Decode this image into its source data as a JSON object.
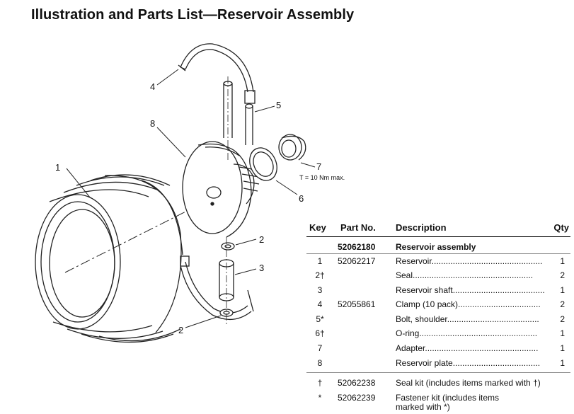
{
  "title": "Illustration and Parts List—Reservoir Assembly",
  "callouts": {
    "c1": "1",
    "c2a": "2",
    "c2b": "2",
    "c3": "3",
    "c4": "4",
    "c5": "5",
    "c6": "6",
    "c7": "7",
    "c8": "8",
    "torque_note": "T = 10 Nm max."
  },
  "table": {
    "headers": {
      "key": "Key",
      "part": "Part No.",
      "desc": "Description",
      "qty": "Qty"
    },
    "rows": [
      {
        "key": "",
        "part": "52062180",
        "desc": "Reservoir assembly",
        "qty": "",
        "leader": ""
      },
      {
        "key": "1",
        "part": "52062217",
        "desc": "Reservoir",
        "qty": "1",
        "leader": "..............................................."
      },
      {
        "key": "2†",
        "part": "",
        "desc": "Seal",
        "qty": "2",
        "leader": "..................................................."
      },
      {
        "key": "3",
        "part": "",
        "desc": "Reservoir shaft",
        "qty": "1",
        "leader": "......................................."
      },
      {
        "key": "4",
        "part": "52055861",
        "desc": "Clamp (10 pack)",
        "qty": "2",
        "leader": "..................................."
      },
      {
        "key": "5*",
        "part": "",
        "desc": "Bolt, shoulder",
        "qty": "2",
        "leader": "......................................."
      },
      {
        "key": "6†",
        "part": "",
        "desc": "O-ring",
        "qty": "1",
        "leader": ".................................................."
      },
      {
        "key": "7",
        "part": "",
        "desc": "Adapter",
        "qty": "1",
        "leader": "................................................"
      },
      {
        "key": "8",
        "part": "",
        "desc": "Reservoir plate",
        "qty": "1",
        "leader": "....................................."
      },
      {
        "key": "†",
        "part": "52062238",
        "desc": "Seal kit (includes items marked with †)",
        "qty": "",
        "leader": ""
      },
      {
        "key": "*",
        "part": "52062239",
        "desc": "Fastener kit (includes items",
        "desc2": "marked with *)",
        "qty": "",
        "leader": ""
      }
    ]
  }
}
